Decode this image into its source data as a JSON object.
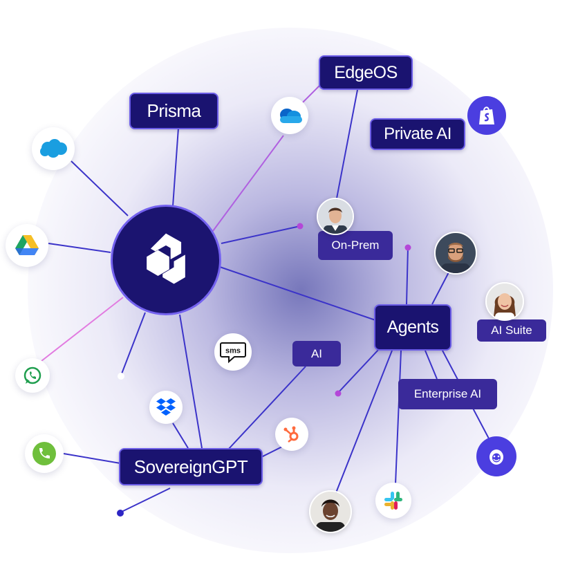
{
  "hub": {
    "icon": "hexagon-logo-icon"
  },
  "labels": {
    "edgeos": "EdgeOS",
    "prisma": "Prisma",
    "private_ai": "Private AI",
    "on_prem": "On-Prem",
    "agents": "Agents",
    "ai_suite": "AI Suite",
    "ai": "AI",
    "enterprise_ai": "Enterprise AI",
    "sovereigngpt": "SovereignGPT"
  },
  "icons": {
    "sms_text": "sms",
    "integrations": [
      "salesforce-icon",
      "google-drive-icon",
      "whatsapp-icon",
      "phone-icon",
      "onedrive-icon",
      "shopify-icon",
      "dropbox-icon",
      "hubspot-icon",
      "slack-icon",
      "mailchimp-icon",
      "sms-icon"
    ]
  },
  "colors": {
    "node_dark": "#1a1370",
    "node_border": "#6b5ce7",
    "line_blue": "#3b33c9",
    "line_pink": "#e27be0",
    "accent_violet": "#4b3ee0"
  }
}
